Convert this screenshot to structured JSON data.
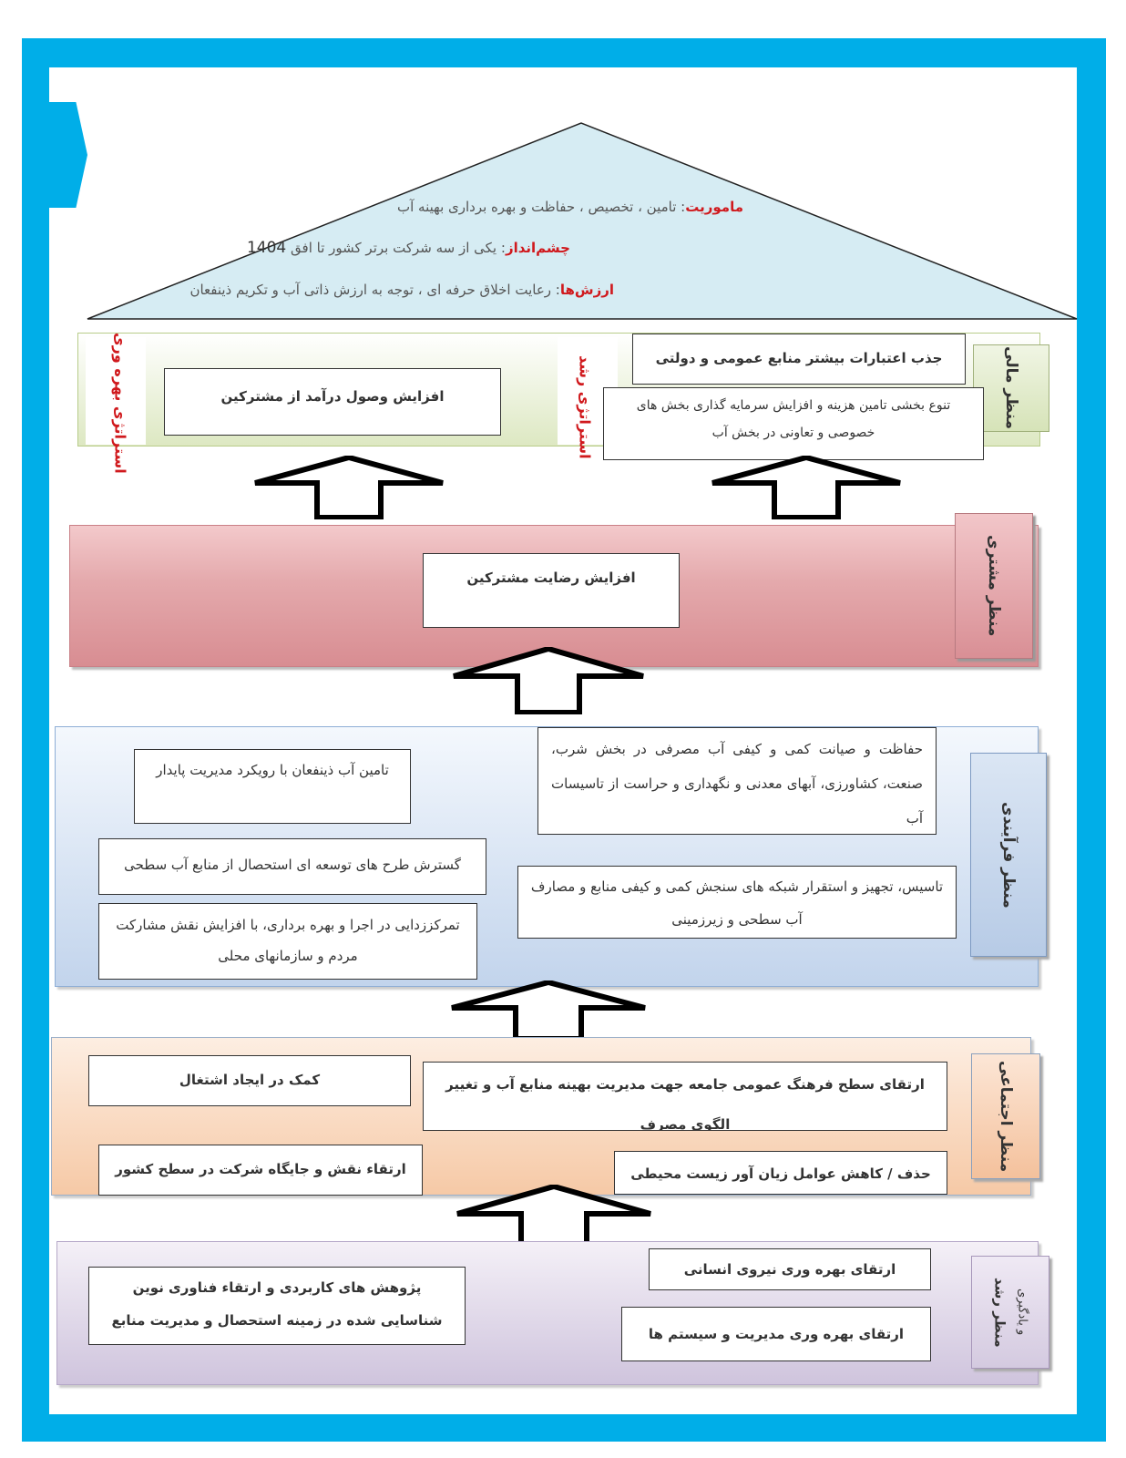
{
  "roof": {
    "mission_label": "ماموریت",
    "mission_text": ": تامین ، تخصیص ، حفاظت و بهره برداری بهینه آب",
    "vision_label": "چشم‌انداز",
    "vision_text": ": یکی از سه شرکت برتر کشور تا افق ",
    "vision_year": "1404",
    "values_label": "ارزش‌ها",
    "values_text": ": رعایت اخلاق حرفه ای ، توجه به ارزش ذاتی آب و تکریم ذینفعان"
  },
  "financial": {
    "label": "منظر مالی",
    "strategy_growth": "استراتژی رشد",
    "strategy_productivity": "استراتژی بهره وری",
    "goal_1": "جذب اعتبارات بیشتر منابع عمومی و دولتی",
    "goal_2": "تنوع بخشی تامین هزینه و افزایش سرمایه گذاری بخش های خصوصی و تعاونی در بخش آب",
    "goal_3": "افزایش وصول درآمد از مشترکین"
  },
  "customer": {
    "label": "منظر مشتری",
    "goal_1": "افزایش رضایت مشترکین"
  },
  "process": {
    "label": "منظر فرآیندی",
    "goal_1": "حفاظت و صیانت کمی و کیفی آب مصرفی در بخش  شرب، صنعت، کشاورزی، آبهای معدنی  و نگهداری و حراست از تاسیسات آب",
    "goal_2": "تامین آب ذینفعان با رویکرد مدیریت پایدار",
    "goal_3": "گسترش طرح های توسعه ای استحصال از منابع آب سطحی",
    "goal_4": "تاسیس، تجهیز و استقرار شبکه های سنجش کمی و کیفی منابع و مصارف آب سطحی و زیرزمینی",
    "goal_5": "تمرکززدایی در اجرا و بهره برداری، با افزایش نقش مشارکت مردم و سازمانهای محلی"
  },
  "social": {
    "label": "منظر اجتماعی",
    "goal_1": "ارتقای سطح فرهنگ عمومی جامعه جهت مدیریت بهینه منابع آب و تغییر الگوی مصرف",
    "goal_2": "کمک در ایجاد اشتغال",
    "goal_3": "حذف / کاهش  عوامل زیان آور زیست محیطی",
    "goal_4": "ارتقاء نقش و جایگاه شرکت در سطح کشور"
  },
  "growth": {
    "label": "منظر رشد",
    "sub_label": "و یادگیری",
    "goal_1": "ارتقای بهره وری نیروی انسانی",
    "goal_2": "ارتقای بهره وری مدیریت و سیستم ها",
    "goal_3": "پژوهش های کاربردی و ارتقاء فناوری نوین شناسایی شده در زمینه استحصال و مدیریت منابع آب"
  },
  "colors": {
    "frame": "#00aee8",
    "roof": "#d6ecf3",
    "label_red": "#d0191d"
  }
}
